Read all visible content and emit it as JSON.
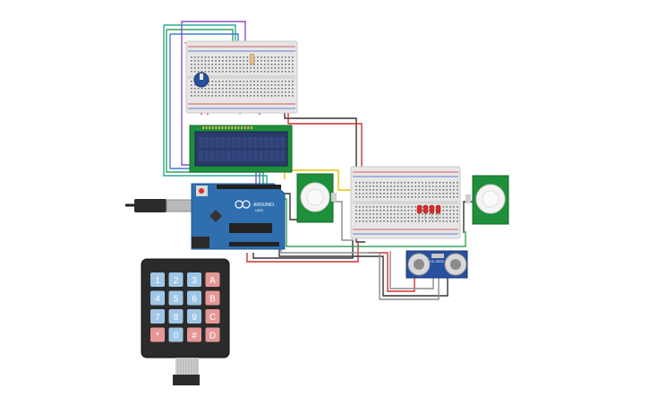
{
  "circuit": {
    "arduino": {
      "brand": "ARDUINO",
      "model": "UNO",
      "component": "arduino-uno"
    },
    "lcd": {
      "component": "lcd-16x2"
    },
    "pir_left": {
      "component": "pir-sensor"
    },
    "pir_right": {
      "component": "pir-sensor"
    },
    "ultrasonic": {
      "component": "hc-sr04",
      "label": "HC-SR04"
    },
    "keypad": {
      "component": "keypad-4x4",
      "keys": [
        [
          "1",
          "2",
          "3",
          "A"
        ],
        [
          "4",
          "5",
          "6",
          "B"
        ],
        [
          "7",
          "8",
          "9",
          "C"
        ],
        [
          "*",
          "0",
          "#",
          "D"
        ]
      ]
    },
    "leds": {
      "count": 4,
      "color": "#d82c2c"
    },
    "colors": {
      "breadboard": "#e6e6e6",
      "arduino_board": "#2f6fb0",
      "pcb_green": "#1e8f3a",
      "lcd_screen": "#2b3a6b",
      "wire_red": "#d22f2f",
      "wire_black": "#333333",
      "wire_green": "#36a05a",
      "wire_yellow": "#e6c300",
      "wire_purple": "#8a4fc2",
      "wire_teal": "#2aa89a",
      "wire_gray": "#8c8c8c",
      "keypad_blue": "#9fc6e6",
      "keypad_red": "#e59797",
      "keypad_body": "#2b2b2b"
    }
  }
}
